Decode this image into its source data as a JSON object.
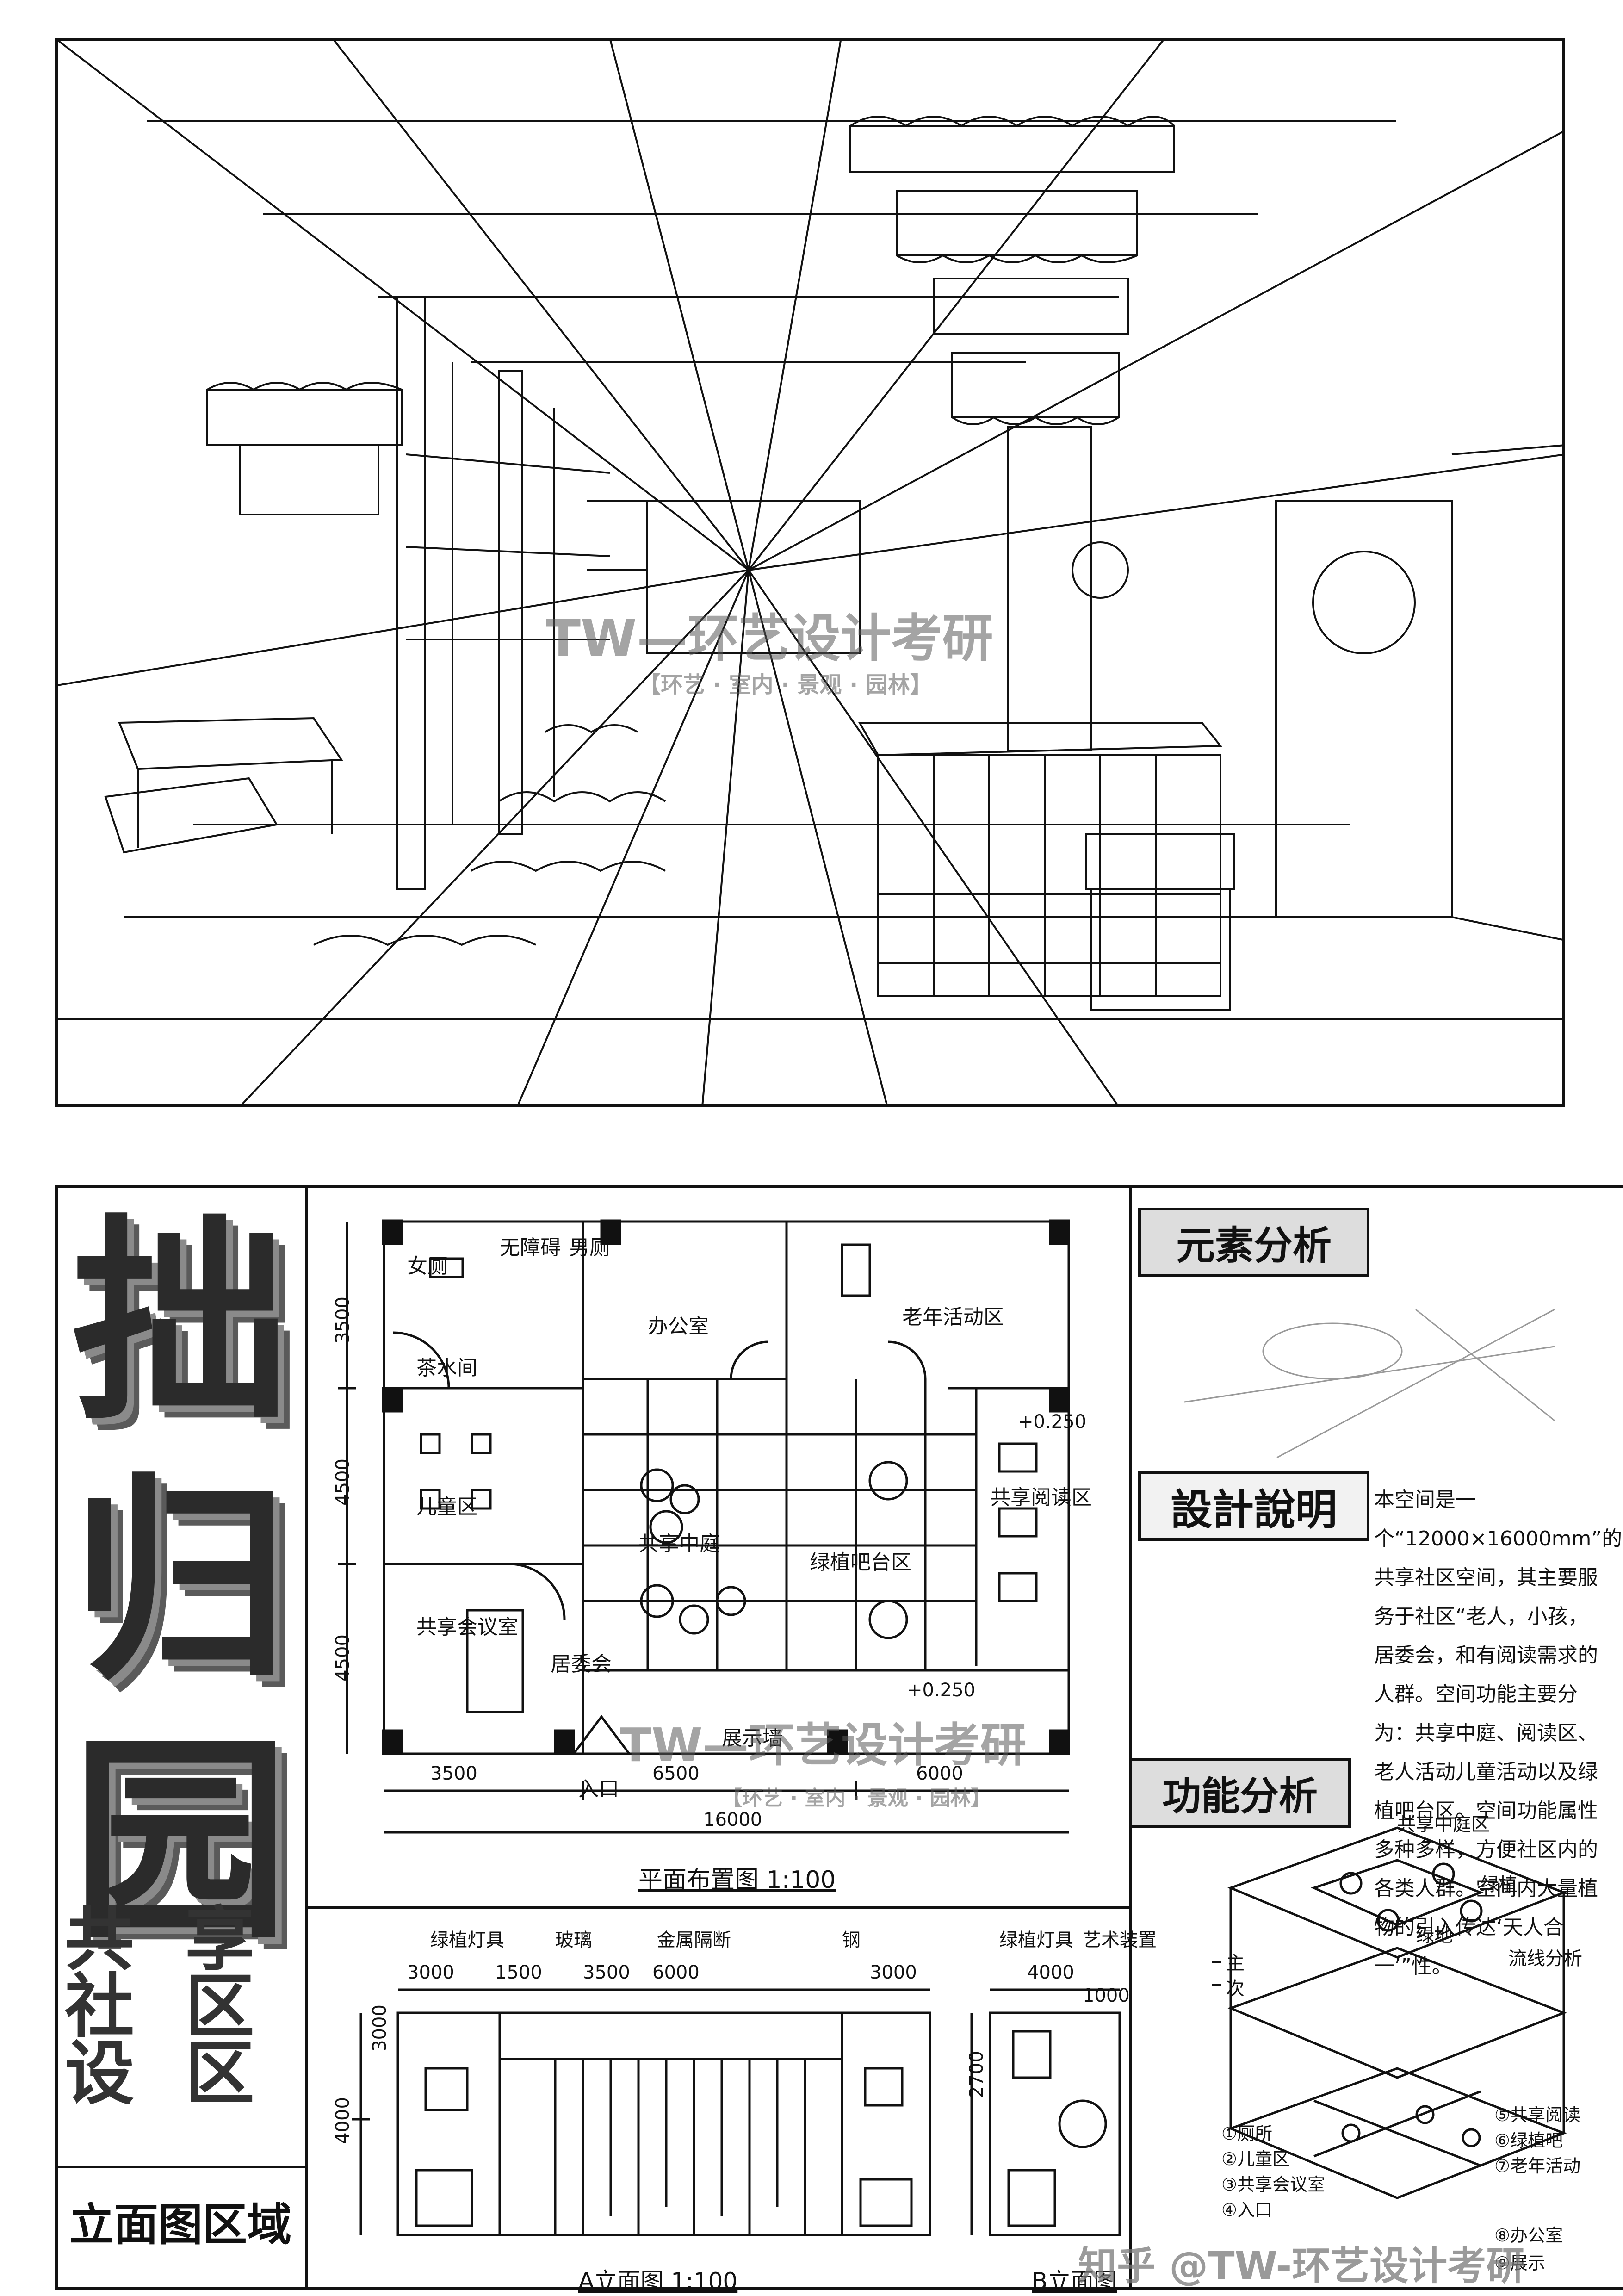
{
  "watermarks": {
    "top_title": "TW—环艺设计考研",
    "top_sub": "【环艺 · 室内 · 景观 · 园林】",
    "mid_title": "TW—环艺设计考研",
    "mid_sub": "【环艺 · 室内 · 景观 · 园林】",
    "footer": "知乎 @TW-环艺设计考研"
  },
  "title_block": {
    "main_chars": [
      "拙",
      "归",
      "园"
    ],
    "sub_col1": [
      "共",
      "社",
      "设"
    ],
    "sub_col2": [
      "享",
      "区",
      "区"
    ],
    "elevation_region": "立面图区域"
  },
  "sections": {
    "element_analysis": "元素分析",
    "design_notes_title": "設計說明",
    "design_notes_text": "本空间是一个“12000×16000mm”的共享社区空间，其主要服务于社区“老人，小孩，居委会，和有阅读需求的人群。空间功能主要分为：共享中庭、阅读区、老人活动儿童活动以及绿植吧台区。空间功能属性多种多样，方便社区内的各类人群。空间内大量植物的引入传达‘天人合一’”性。",
    "function_analysis": "功能分析"
  },
  "plan": {
    "rooms": [
      "女厕",
      "男厕",
      "无障碍",
      "办公室",
      "老年活动区",
      "茶水间",
      "儿童区",
      "共享中庭",
      "绿植吧台区",
      "共享阅读区",
      "共享会议室",
      "居委会",
      "展示墙",
      "入口"
    ],
    "levels": [
      "+0.250",
      "+0.250"
    ],
    "dims_bottom": [
      "3500",
      "6500",
      "6000",
      "16000"
    ],
    "dims_left": [
      "3500",
      "4500",
      "4500"
    ],
    "title": "平面布置图 1:100"
  },
  "elevation_a": {
    "labels": [
      "绿植灯具",
      "玻璃",
      "金属隔断",
      "钢"
    ],
    "dims_top": [
      "3000",
      "1500",
      "3500",
      "6000",
      "3000"
    ],
    "dims_left": [
      "4000",
      "3000"
    ],
    "title": "A立面图 1:100"
  },
  "elevation_b": {
    "labels": [
      "绿植灯具",
      "艺术装置"
    ],
    "dims_top": [
      "4000",
      "1000"
    ],
    "dims_left": [
      "2700"
    ],
    "title": "B立面图"
  },
  "axon": {
    "label_top": "共享中庭区",
    "label_green": "绿地",
    "label_flow": "流线分析",
    "label_main": "主",
    "label_sub": "次",
    "label_plant": "绿植",
    "legend_left": [
      "①厕所",
      "②儿童区",
      "③共享会议室",
      "④入口"
    ],
    "legend_right": [
      "⑤共享阅读",
      "⑥绿植吧",
      "⑦老年活动",
      "⑧办公室",
      "⑨展示"
    ]
  }
}
